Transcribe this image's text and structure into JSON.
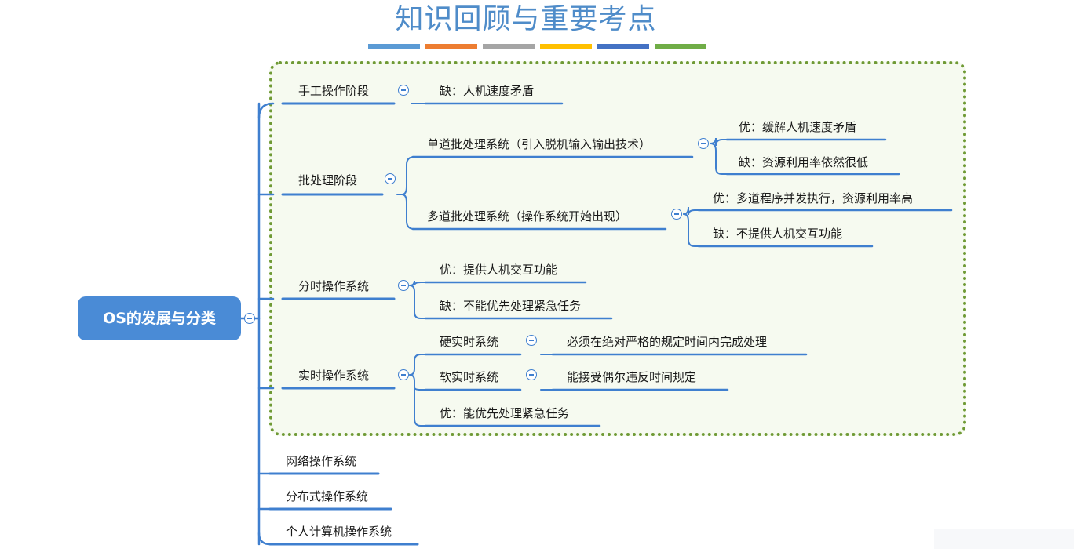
{
  "title": "知识回顾与重要考点",
  "palette": [
    "#5b9bd5",
    "#ed7d31",
    "#a5a5a5",
    "#ffc000",
    "#4472c4",
    "#70ad47"
  ],
  "branch_color": "#3f7fcf",
  "root": "OS的发展与分类",
  "stages": {
    "manual": {
      "label": "手工操作阶段",
      "con": "缺：人机速度矛盾"
    },
    "batch": {
      "label": "批处理阶段",
      "single": {
        "label": "单道批处理系统（引入脱机输入输出技术）",
        "pro": "优：缓解人机速度矛盾",
        "con": "缺：资源利用率依然很低"
      },
      "multi": {
        "label": "多道批处理系统（操作系统开始出现）",
        "pro": "优：多道程序并发执行，资源利用率高",
        "con": "缺：不提供人机交互功能"
      }
    },
    "timesharing": {
      "label": "分时操作系统",
      "pro": "优：提供人机交互功能",
      "con": "缺：不能优先处理紧急任务"
    },
    "realtime": {
      "label": "实时操作系统",
      "hard": {
        "label": "硬实时系统",
        "desc": "必须在绝对严格的规定时间内完成处理"
      },
      "soft": {
        "label": "软实时系统",
        "desc": "能接受偶尔违反时间规定"
      },
      "pro": "优：能优先处理紧急任务"
    }
  },
  "others": [
    "网络操作系统",
    "分布式操作系统",
    "个人计算机操作系统"
  ]
}
